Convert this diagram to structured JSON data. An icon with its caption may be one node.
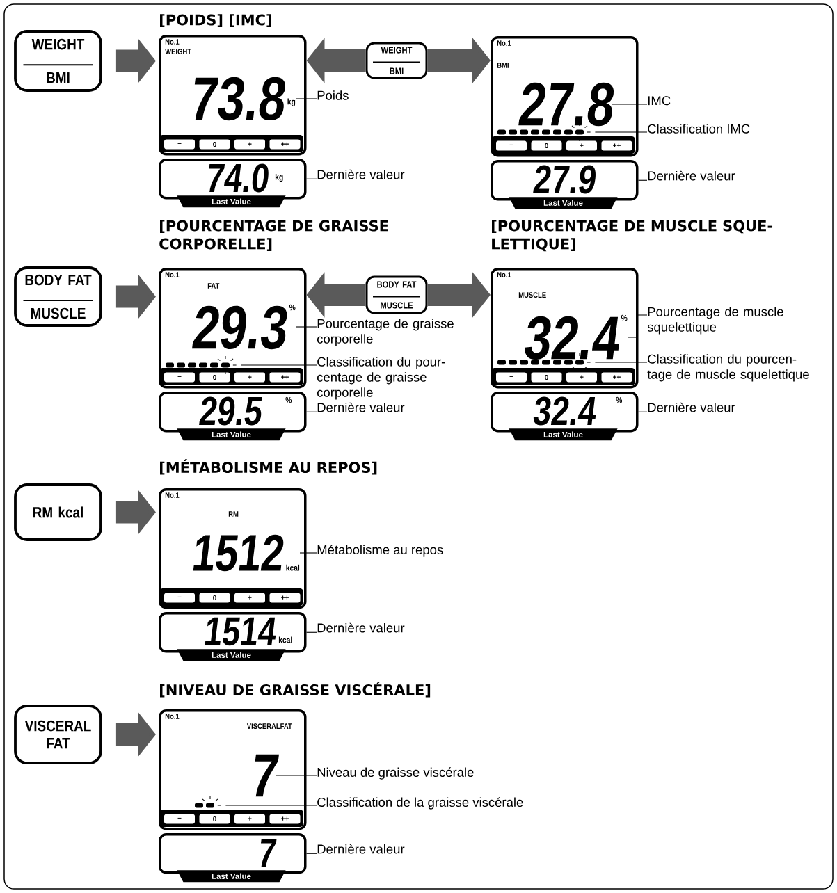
{
  "diagram": {
    "nodes": [
      {
        "text": [
          "WEIGHT",
          "BMI"
        ]
      },
      {
        "text": [
          "No.1",
          "WEIGHT"
        ]
      },
      {
        "text": [
          "73.8",
          "kg"
        ],
        "in": 1
      },
      {
        "text": [
          "–"
        ],
        "in": 1
      },
      {
        "text": [
          "0"
        ],
        "in": 1
      },
      {
        "text": [
          "+"
        ],
        "in": 1
      },
      {
        "text": [
          "++"
        ],
        "in": 1
      },
      {
        "text": [
          "74.0",
          "kg"
        ]
      },
      {
        "text": [
          "Last Value"
        ]
      },
      {
        "text": [
          "Poids"
        ]
      },
      {
        "text": [
          "Dernière valeur"
        ]
      },
      {
        "text": [
          "WEIGHT",
          "BMI"
        ]
      },
      {
        "text": [
          "No.1",
          "BMI"
        ]
      },
      {
        "text": [
          "27.8"
        ],
        "in": 12
      },
      {
        "text": [],
        "shape": "bar",
        "in": 12
      },
      {
        "text": [
          "–"
        ],
        "in": 12
      },
      {
        "text": [
          "0"
        ],
        "in": 12
      },
      {
        "text": [
          "+"
        ],
        "in": 12
      },
      {
        "text": [
          "++"
        ],
        "in": 12
      },
      {
        "text": [
          "27.9"
        ]
      },
      {
        "text": [
          "Last Value"
        ]
      },
      {
        "text": [
          "IMC"
        ]
      },
      {
        "text": [
          "Classification IMC"
        ]
      },
      {
        "text": [
          "Dernière valeur"
        ]
      },
      {
        "text": [
          "BODY FAT",
          "MUSCLE"
        ]
      },
      {
        "text": [
          "No.1",
          "FAT"
        ]
      },
      {
        "text": [
          "29.3",
          "%"
        ],
        "in": 25
      },
      {
        "text": [],
        "shape": "bar",
        "in": 25
      },
      {
        "text": [
          "–"
        ],
        "in": 25
      },
      {
        "text": [
          "0"
        ],
        "in": 25
      },
      {
        "text": [
          "+"
        ],
        "in": 25
      },
      {
        "text": [
          "++"
        ],
        "in": 25
      },
      {
        "text": [
          "29.5",
          "%"
        ]
      },
      {
        "text": [
          "Last Value"
        ]
      },
      {
        "text": [
          "Pourcentage de graisse corporelle"
        ]
      },
      {
        "text": [
          "Classification du pour-centage de graisse corporelle"
        ]
      },
      {
        "text": [
          "Dernière valeur"
        ]
      },
      {
        "text": [
          "BODY FAT",
          "MUSCLE"
        ]
      },
      {
        "text": [
          "No.1",
          "MUSCLE"
        ]
      },
      {
        "text": [
          "32.4",
          "%"
        ],
        "in": 38
      },
      {
        "text": [],
        "shape": "bar",
        "in": 38
      },
      {
        "text": [
          "–"
        ],
        "in": 38
      },
      {
        "text": [
          "0"
        ],
        "in": 38
      },
      {
        "text": [
          "+"
        ],
        "in": 38
      },
      {
        "text": [
          "++"
        ],
        "in": 38
      },
      {
        "text": [
          "32.4",
          "%"
        ]
      },
      {
        "text": [
          "Last Value"
        ]
      },
      {
        "text": [
          "Pourcentage de muscle squelettique"
        ]
      },
      {
        "text": [
          "Classification du pourcen-tage de muscle squelettique"
        ]
      },
      {
        "text": [
          "Dernière valeur"
        ]
      },
      {
        "text": [
          "RM kcal"
        ]
      },
      {
        "text": [
          "No.1",
          "RM"
        ]
      },
      {
        "text": [
          "1512",
          "kcal"
        ],
        "in": 51
      },
      {
        "text": [
          "–"
        ],
        "in": 51
      },
      {
        "text": [
          "0"
        ],
        "in": 51
      },
      {
        "text": [
          "+"
        ],
        "in": 51
      },
      {
        "text": [
          "++"
        ],
        "in": 51
      },
      {
        "text": [
          "1514",
          "kcal"
        ]
      },
      {
        "text": [
          "Last Value"
        ]
      },
      {
        "text": [
          "Métabolisme au repos"
        ]
      },
      {
        "text": [
          "Dernière valeur"
        ]
      },
      {
        "text": [
          "VISCERAL FAT"
        ]
      },
      {
        "text": [
          "No.1",
          "VISCERALFAT"
        ]
      },
      {
        "text": [
          "7"
        ],
        "in": 62
      },
      {
        "text": [],
        "shape": "bar",
        "in": 62
      },
      {
        "text": [
          "–"
        ],
        "in": 62
      },
      {
        "text": [
          "0"
        ],
        "in": 62
      },
      {
        "text": [
          "+"
        ],
        "in": 62
      },
      {
        "text": [
          "++"
        ],
        "in": 62
      },
      {
        "text": [
          "7"
        ]
      },
      {
        "text": [
          "Last Value"
        ]
      },
      {
        "text": [
          "Niveau de graisse viscérale"
        ]
      },
      {
        "text": [
          "Classification de la graisse viscérale"
        ]
      },
      {
        "text": [
          "Dernière valeur"
        ]
      }
    ],
    "edges": [
      {
        "from": 0,
        "to": 1,
        "arrow": "to",
        "style": "thick",
        "color": "#5a5a5a"
      },
      {
        "from": 11,
        "to": 1,
        "arrow": "to",
        "style": "thick",
        "color": "#5a5a5a"
      },
      {
        "from": 11,
        "to": 12,
        "arrow": "to",
        "style": "thick",
        "color": "#5a5a5a"
      },
      {
        "from": 9,
        "to": 2,
        "arrow": "none"
      },
      {
        "from": 10,
        "to": 7,
        "arrow": "none"
      },
      {
        "from": 21,
        "to": 13,
        "arrow": "none"
      },
      {
        "from": 22,
        "to": 14,
        "arrow": "none"
      },
      {
        "from": 23,
        "to": 19,
        "arrow": "none"
      },
      {
        "from": 24,
        "to": 25,
        "arrow": "to",
        "style": "thick",
        "color": "#5a5a5a"
      },
      {
        "from": 37,
        "to": 25,
        "arrow": "to",
        "style": "thick",
        "color": "#5a5a5a"
      },
      {
        "from": 37,
        "to": 38,
        "arrow": "to",
        "style": "thick",
        "color": "#5a5a5a"
      },
      {
        "from": 34,
        "to": 26,
        "arrow": "none"
      },
      {
        "from": 35,
        "to": 27,
        "arrow": "none"
      },
      {
        "from": 36,
        "to": 32,
        "arrow": "none"
      },
      {
        "from": 47,
        "to": 39,
        "arrow": "none"
      },
      {
        "from": 48,
        "to": 40,
        "arrow": "none"
      },
      {
        "from": 49,
        "to": 45,
        "arrow": "none"
      },
      {
        "from": 50,
        "to": 51,
        "arrow": "to",
        "style": "thick",
        "color": "#5a5a5a"
      },
      {
        "from": 59,
        "to": 52,
        "arrow": "none"
      },
      {
        "from": 60,
        "to": 57,
        "arrow": "none"
      },
      {
        "from": 61,
        "to": 62,
        "arrow": "to",
        "style": "thick",
        "color": "#5a5a5a"
      },
      {
        "from": 71,
        "to": 63,
        "arrow": "none"
      },
      {
        "from": 72,
        "to": 64,
        "arrow": "none"
      },
      {
        "from": 73,
        "to": 69,
        "arrow": "none"
      }
    ],
    "labels": [
      "[POIDS] [IMC]",
      "[POURCENTAGE DE GRAISSE CORPORELLE]",
      "[POURCENTAGE DE MUSCLE SQUE-LETTIQUE]",
      "[MÉTABOLISME AU REPOS]",
      "[NIVEAU DE GRAISSE VISCÉRALE]"
    ]
  }
}
